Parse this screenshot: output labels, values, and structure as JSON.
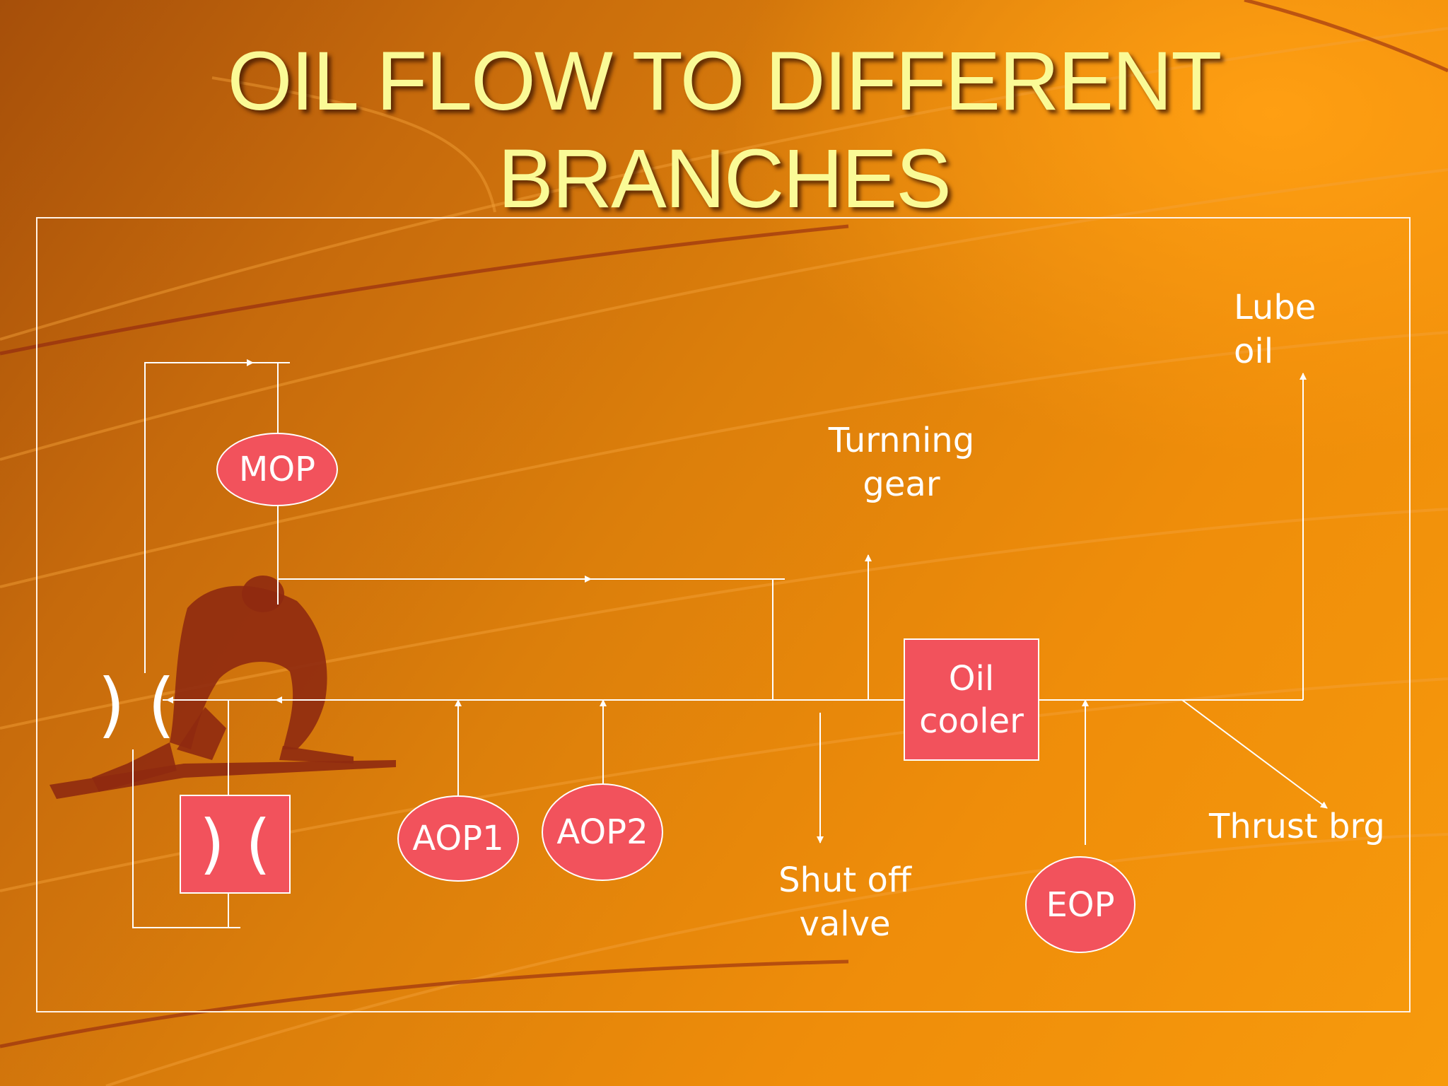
{
  "slide": {
    "title_line1": "OIL FLOW TO DIFFERENT",
    "title_line2": "BRANCHES"
  },
  "nodes": {
    "mop": "MOP",
    "aop1": "AOP1",
    "aop2": "AOP2",
    "eop": "EOP",
    "cooler_line1": "Oil",
    "cooler_line2": "cooler",
    "strainer_symbol": ") (",
    "orifice_symbol": ") ("
  },
  "labels": {
    "lube_line1": "Lube",
    "lube_line2": "oil",
    "turning_line1": "Turnning",
    "turning_line2": "gear",
    "shutoff_line1": "Shut off",
    "shutoff_line2": "valve",
    "thrust": "Thrust brg"
  },
  "colors": {
    "title": "#fafa96",
    "node_fill": "#f2525c",
    "line": "#ffffff"
  }
}
